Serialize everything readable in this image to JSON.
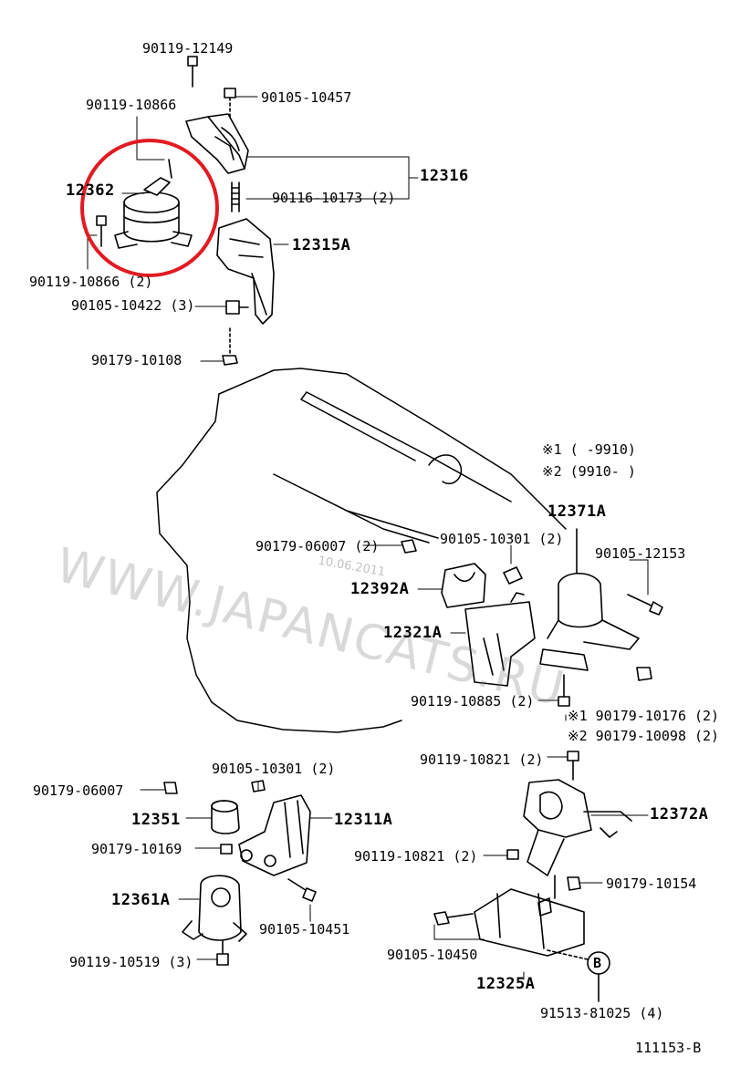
{
  "labels": {
    "p90119_12149": "90119-12149",
    "p90119_10866_top": "90119-10866",
    "p90105_10457": "90105-10457",
    "p12316": "12316",
    "p12362": "12362",
    "p90116_10173": "90116-10173 (2)",
    "p12315A": "12315A",
    "p90119_10866_2": "90119-10866 (2)",
    "p90105_10422": "90105-10422 (3)",
    "p90179_10108": "90179-10108",
    "p90179_06007_2": "90179-06007 (2)",
    "p90105_10301_2_right": "90105-10301 (2)",
    "p12371A": "12371A",
    "p90105_12153": "90105-12153",
    "p12392A": "12392A",
    "p12321A": "12321A",
    "p90119_10885": "90119-10885 (2)",
    "p90179_10176": "※1 90179-10176 (2)",
    "p90179_10098": "※2 90179-10098 (2)",
    "p90119_10821_top": "90119-10821 (2)",
    "p90105_10301_2_left": "90105-10301 (2)",
    "p90179_06007": "90179-06007",
    "p12351": "12351",
    "p12311A": "12311A",
    "p90179_10169": "90179-10169",
    "p12372A": "12372A",
    "p90119_10821_bottom": "90119-10821 (2)",
    "p12361A": "12361A",
    "p90179_10154": "90179-10154",
    "p90105_10451": "90105-10451",
    "p90105_10450": "90105-10450",
    "p90119_10519": "90119-10519 (3)",
    "p12325A": "12325A",
    "p91513_81025": "91513-81025 (4)",
    "circleB": "B",
    "diagram_code": "111153-B"
  },
  "notes": {
    "note1": "※1 (     -9910)",
    "note2": "※2 (9910-     )"
  },
  "watermark": {
    "text": "WWW.JAPANCATS.RU",
    "date": "10.06.2011"
  },
  "highlight_color": "#e11b22"
}
